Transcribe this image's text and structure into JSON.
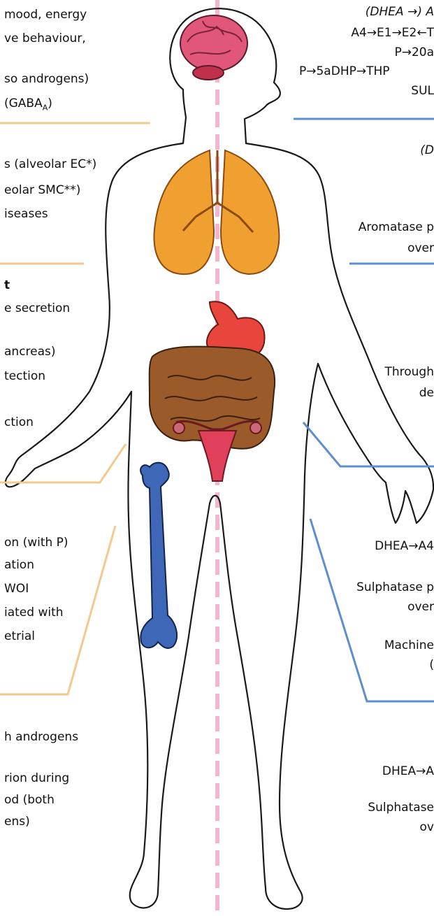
{
  "left": {
    "brain": [
      "mood, energy",
      "ve behaviour,",
      "so androgens)",
      "(GABA"
    ],
    "brain_sub": "A",
    "brain_close": ")",
    "lung": [
      "s (alveolar EC*)",
      "eolar SMC**)",
      "iseases"
    ],
    "gut_heading": "t",
    "gut": [
      "e secretion",
      "ancreas)",
      "tection",
      "ction"
    ],
    "endometrium": [
      "on (with P)",
      "ation",
      "WOI",
      "iated with",
      "etrial"
    ],
    "bone": [
      "h androgens",
      "rion during",
      "od (both",
      "ens)"
    ]
  },
  "right": {
    "brain": [
      "(DHEA →) A",
      "A4→E1→E2←T",
      "P→20a",
      "P→5aDHP→THP",
      "SUL"
    ],
    "lung": [
      "(D",
      "Aromatase p",
      "over"
    ],
    "gut": [
      "Through",
      "de"
    ],
    "endometrium": [
      "DHEA→A4",
      "Sulphatase p",
      "over",
      "Machine",
      "("
    ],
    "bone": [
      "DHEA→A",
      "Sulphatase",
      "ov"
    ]
  },
  "colors": {
    "left_connector": "#f5c98e",
    "right_connector": "#5b8fd0",
    "midline": "#f3b6cf",
    "brain": "#e0577a",
    "lung": "#f0a030",
    "stomach": "#e8453c",
    "intestine": "#9a5a2a",
    "uterus": "#e0405a",
    "bone": "#3f67b8"
  }
}
